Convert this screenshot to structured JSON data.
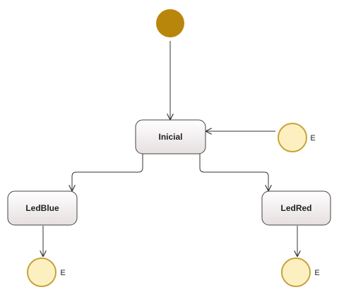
{
  "colors": {
    "initial_node": "#b8860b",
    "entry_point_fill": "#fdf0c0",
    "entry_point_stroke": "#c8a23a",
    "state_gradient_top": "#ffffff",
    "state_gradient_bottom": "#e6dfe0",
    "state_stroke": "#444444",
    "edge": "#333333"
  },
  "states": {
    "inicial": {
      "label": "Inicial"
    },
    "ledblue": {
      "label": "LedBlue"
    },
    "ledred": {
      "label": "LedRed"
    }
  },
  "entry_points": {
    "right_of_inicial": {
      "label": "E"
    },
    "below_ledblue": {
      "label": "E"
    },
    "below_ledred": {
      "label": "E"
    }
  }
}
